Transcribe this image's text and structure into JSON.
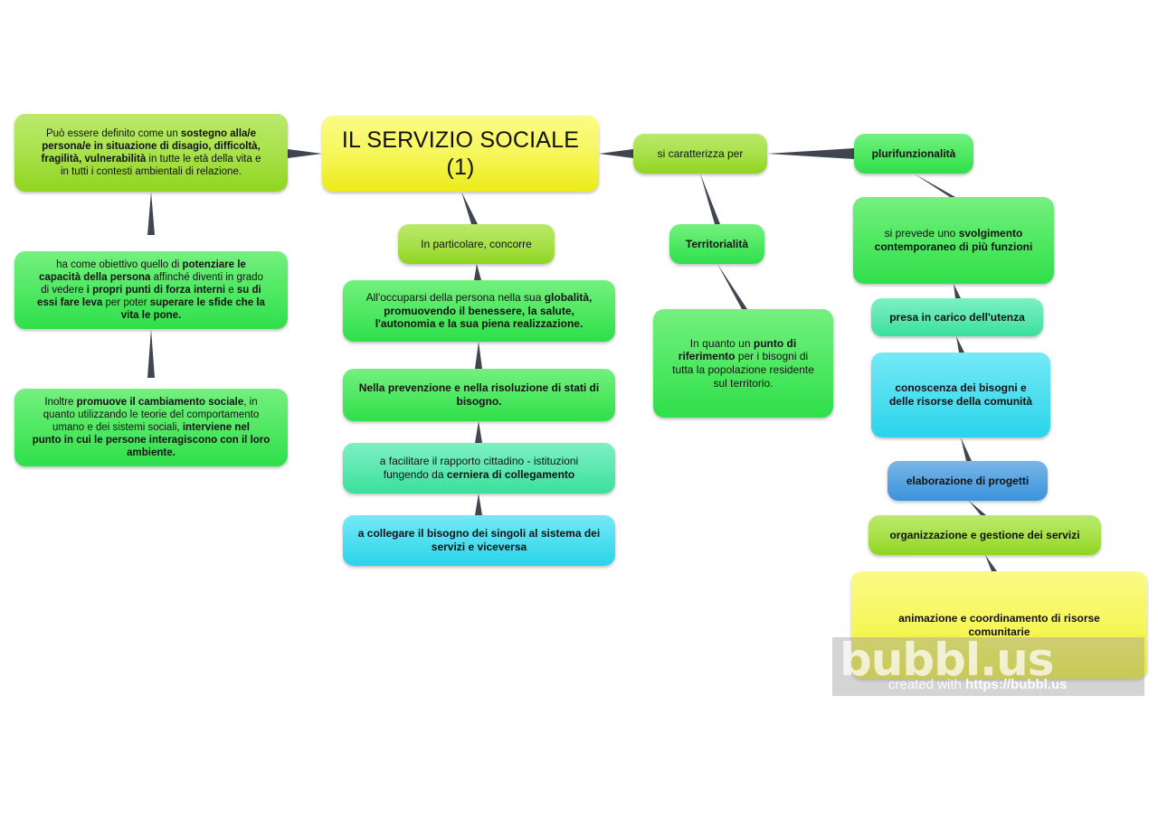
{
  "document": {
    "type": "mind-map",
    "title": "IL SERVIZIO SOCIALE (1)",
    "language": "it"
  },
  "nodes": {
    "root": {
      "id": "root",
      "label": "IL SERVIZIO SOCIALE (1)",
      "line1": "IL SERVIZIO SOCIALE",
      "line2": "(1)",
      "color": "#f7f75e",
      "color_name": "yellow"
    },
    "left1": {
      "id": "left1",
      "label": "Può essere definito come un sostegno alla/e persona/e in situazione di disagio, difficoltà, fragilità, vulnerabilità in tutte le età della vita e in tutti i contesti ambientali di relazione.",
      "color": "#a9e24c",
      "color_name": "light-green"
    },
    "left2": {
      "id": "left2",
      "label": "ha come obiettivo quello di potenziare le capacità della persona affinché diventi in grado di vedere i propri punti di forza interni e su di essi fare leva per poter superare le sfide che la vita le pone.",
      "color": "#52e964",
      "color_name": "green"
    },
    "left3": {
      "id": "left3",
      "label": "Inoltre promuove il cambiamento sociale, in quanto utilizzando le teorie del comportamento umano e dei sistemi sociali, interviene nel punto in cui le persone interagiscono con il loro ambiente.",
      "color": "#52e964",
      "color_name": "green"
    },
    "mid1": {
      "id": "mid1",
      "label": "In particolare, concorre",
      "color": "#a9e24c",
      "color_name": "light-green"
    },
    "mid2": {
      "id": "mid2",
      "label": "All'occuparsi della persona nella sua globalità, promuovendo il benessere, la salute, l'autonomia e la sua piena realizzazione.",
      "color": "#52e964",
      "color_name": "green"
    },
    "mid3": {
      "id": "mid3",
      "label": "Nella prevenzione e nella risoluzione di stati di bisogno.",
      "color": "#52e964",
      "color_name": "green"
    },
    "mid4": {
      "id": "mid4",
      "label": "a facilitare il rapporto cittadino - istituzioni fungendo da cerniera di collegamento",
      "color": "#5fe9b1",
      "color_name": "mint"
    },
    "mid5": {
      "id": "mid5",
      "label": "a collegare il bisogno dei singoli al sistema dei servizi e viceversa",
      "color": "#51dff0",
      "color_name": "cyan"
    },
    "car1": {
      "id": "car1",
      "label": "si caratterizza per",
      "color": "#a9e24c",
      "color_name": "light-green"
    },
    "car2": {
      "id": "car2",
      "label": "Territorialità",
      "color": "#52e964",
      "color_name": "green"
    },
    "car3": {
      "id": "car3",
      "label": "In quanto un punto di riferimento per i bisogni di tutta la popolazione residente sul territorio.",
      "color": "#52e964",
      "color_name": "green"
    },
    "right1": {
      "id": "right1",
      "label": "plurifunzionalità",
      "color": "#52e964",
      "color_name": "green"
    },
    "right2": {
      "id": "right2",
      "label": "si prevede uno svolgimento contemporaneo di più funzioni",
      "color": "#52e964",
      "color_name": "green"
    },
    "right3": {
      "id": "right3",
      "label": "presa in carico dell'utenza",
      "color": "#5fe9b1",
      "color_name": "mint"
    },
    "right4": {
      "id": "right4",
      "label": "conoscenza dei bisogni e delle risorse della comunità",
      "color": "#51dff0",
      "color_name": "cyan"
    },
    "right5": {
      "id": "right5",
      "label": "elaborazione di progetti",
      "color": "#59a5e2",
      "color_name": "blue"
    },
    "right6": {
      "id": "right6",
      "label": "organizzazione e gestione dei servizi",
      "color": "#a9e24c",
      "color_name": "light-green"
    },
    "right7": {
      "id": "right7",
      "label": "animazione e coordinamento di risorse comunitarie",
      "color": "#f7f75e",
      "color_name": "yellow"
    }
  },
  "watermark": {
    "word": "bubbl.us",
    "caption_prefix": "created with ",
    "caption_url": "https://bubbl.us"
  },
  "theme": {
    "connector_color": "#3f4650",
    "background": "#ffffff"
  }
}
